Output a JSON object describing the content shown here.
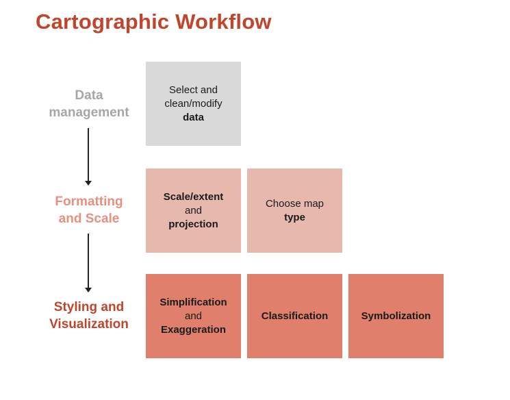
{
  "title": "Cartographic Workflow",
  "stages": [
    {
      "line1": "Data",
      "line2": "management",
      "color": "#a6a6a6"
    },
    {
      "line1": "Formatting",
      "line2": "and Scale",
      "color": "#e8907f"
    },
    {
      "line1": "Styling and",
      "line2": "Visualization",
      "color": "#c0452c"
    }
  ],
  "boxes": {
    "select_data": {
      "l1": "Select and",
      "l2": "clean/modify",
      "l3": "data"
    },
    "scale_extent": {
      "l1": "Scale/extent",
      "l2": "and",
      "l3": "projection"
    },
    "choose_map": {
      "l1": "Choose map",
      "l2": "type"
    },
    "simplification": {
      "l1": "Simplification",
      "l2": "and",
      "l3": "Exaggeration"
    },
    "classification": {
      "l1": "Classification"
    },
    "symbolization": {
      "l1": "Symbolization"
    }
  },
  "colors": {
    "title": "#c0452c",
    "row1_fill": "#d9d9d9",
    "row2_fill": "#e6b8ae",
    "row3_fill": "#e07f6b"
  }
}
